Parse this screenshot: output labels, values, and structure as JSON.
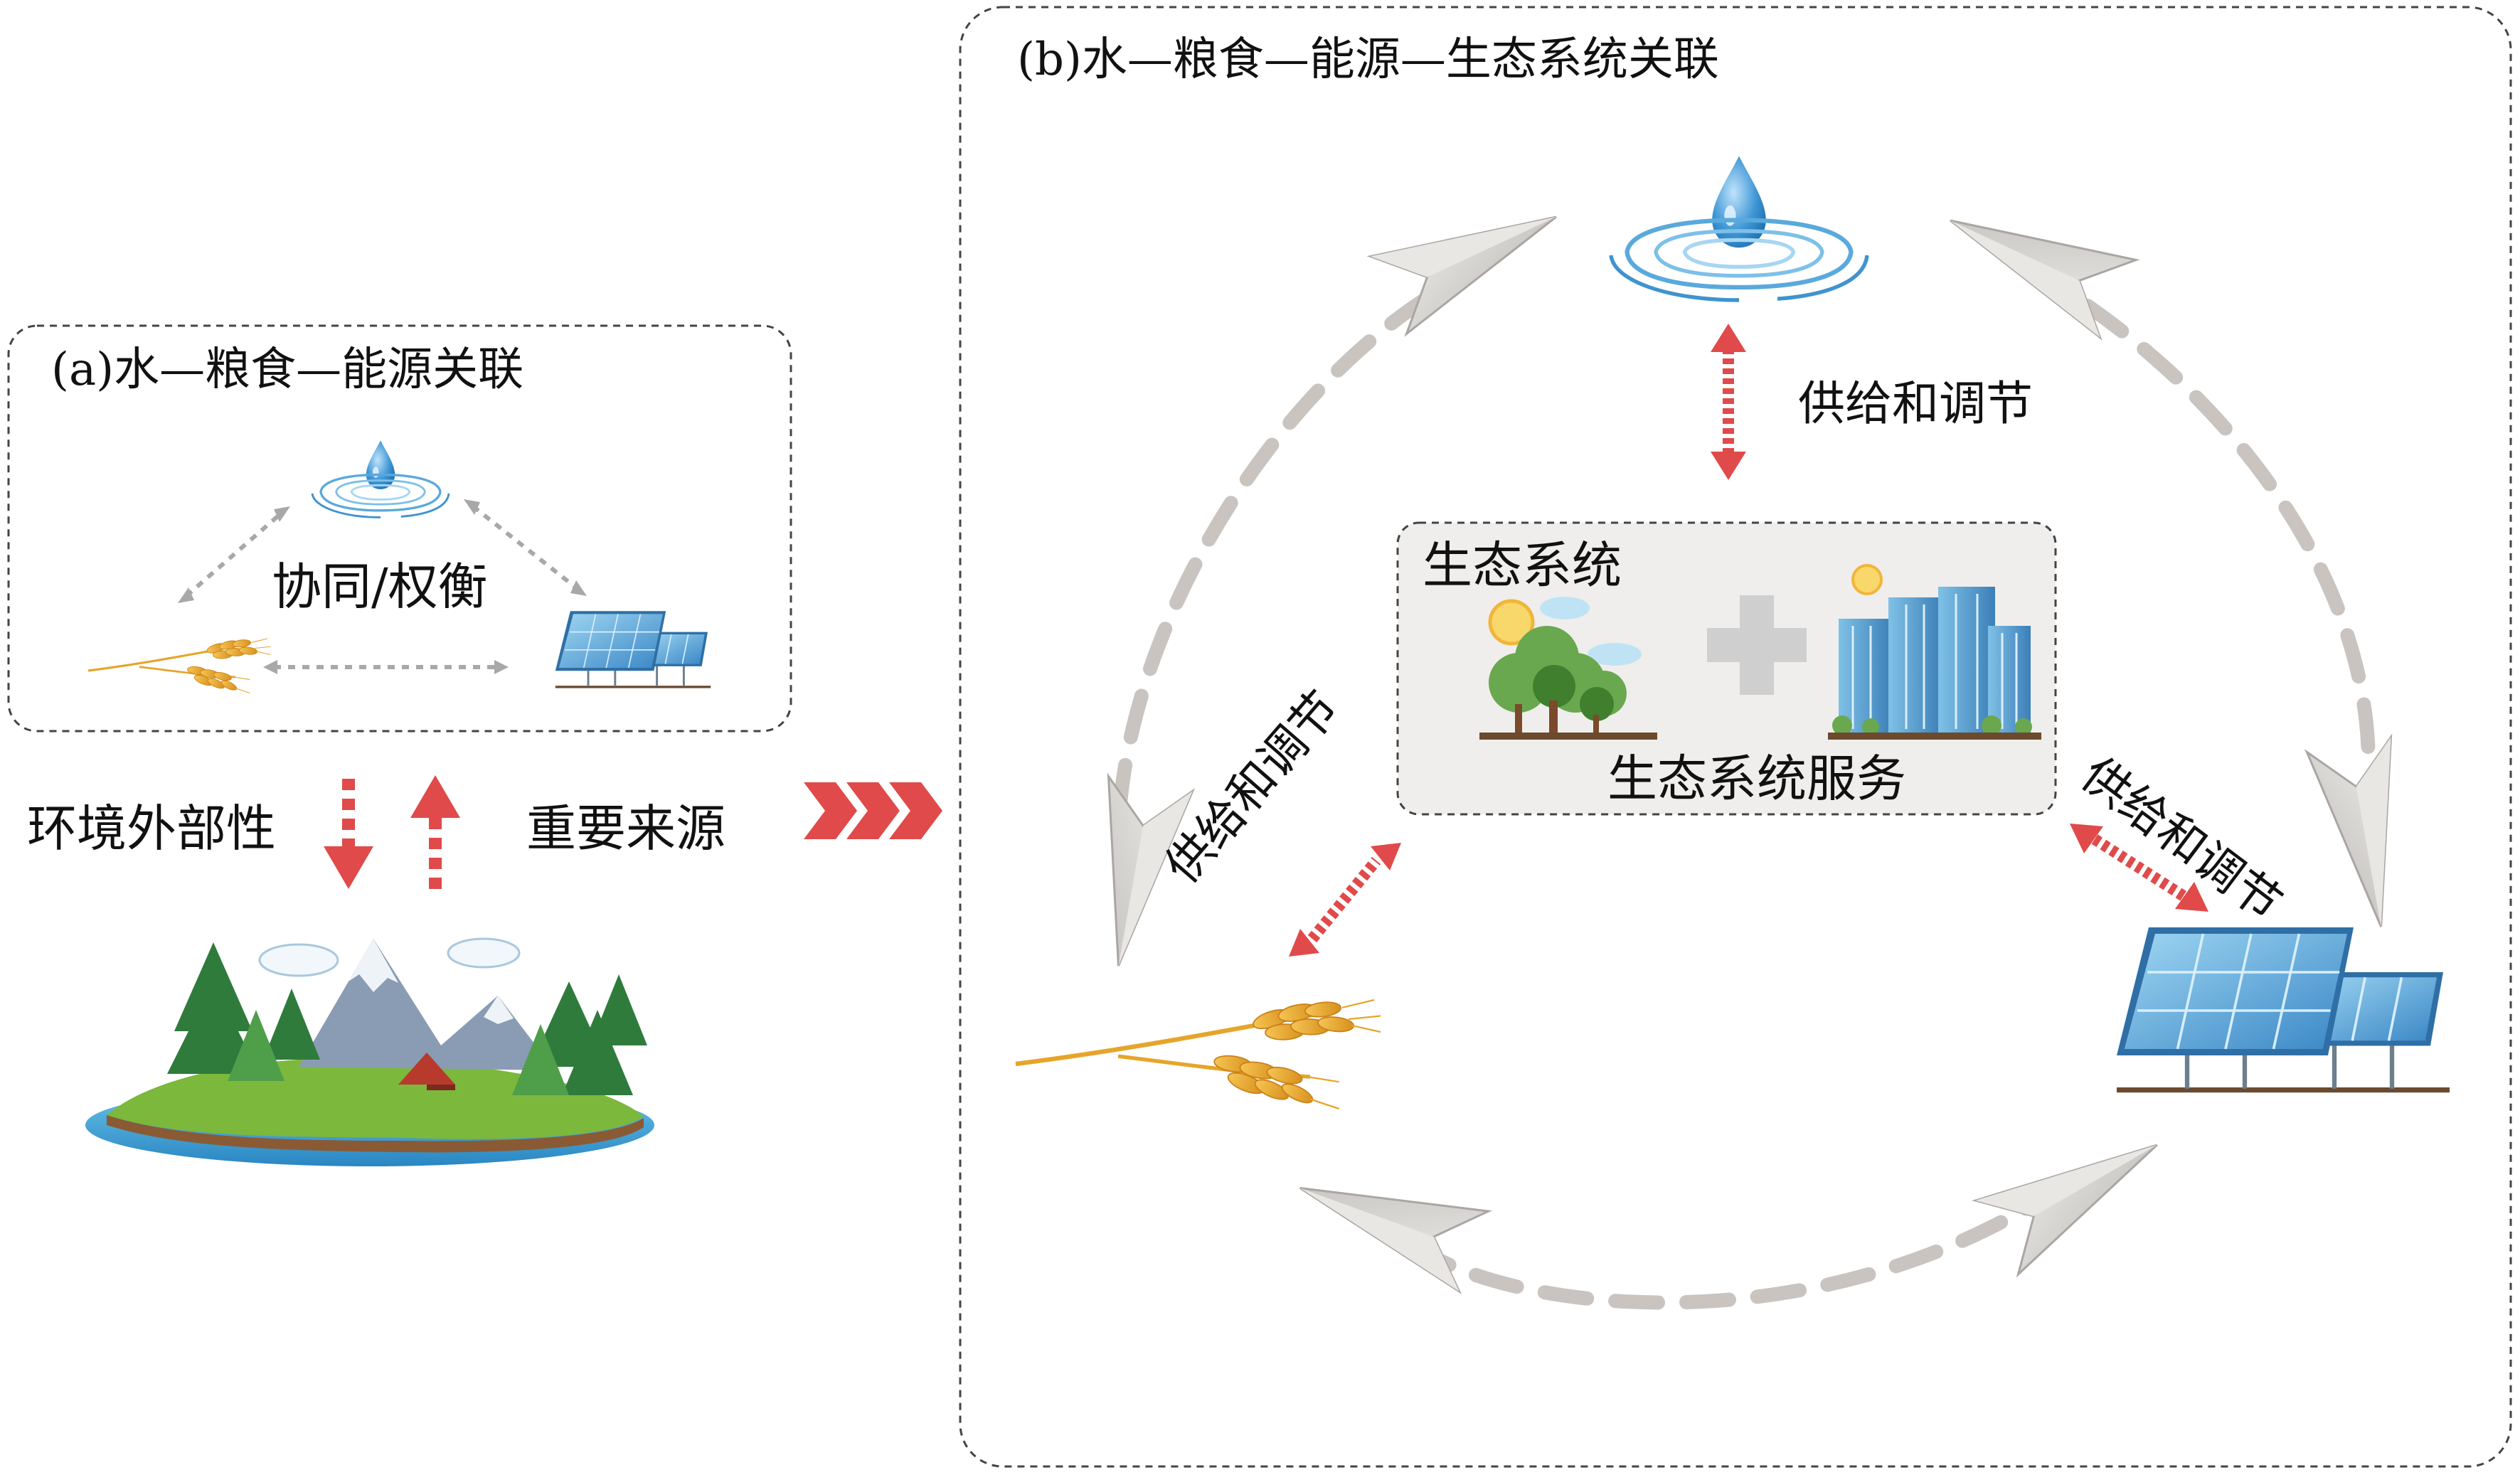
{
  "panel_a": {
    "title": "(a)水—粮食—能源关联",
    "synergy_label": "协同/权衡",
    "externality_label": "环境外部性",
    "source_label": "重要来源"
  },
  "panel_b": {
    "title": "(b)水—粮食—能源—生态系统关联",
    "ecosystem_title": "生态系统",
    "ecosystem_service_label": "生态系统服务",
    "supply_regulation_top": "供给和调节",
    "supply_regulation_left": "供给和调节",
    "supply_regulation_right": "供给和调节"
  },
  "colors": {
    "red_arrow": "#e04a4a",
    "gray_dash": "#c9c4bf",
    "water": "#3a8fd0",
    "grain": "#e8a628",
    "panel_border": "#444444",
    "eco_box_fill": "#efeeec"
  },
  "icons": [
    "water-drop-icon",
    "wheat-icon",
    "solar-panel-icon",
    "landscape-icon",
    "forest-icon",
    "city-icon",
    "plus-icon",
    "chevron-arrow-icon"
  ]
}
